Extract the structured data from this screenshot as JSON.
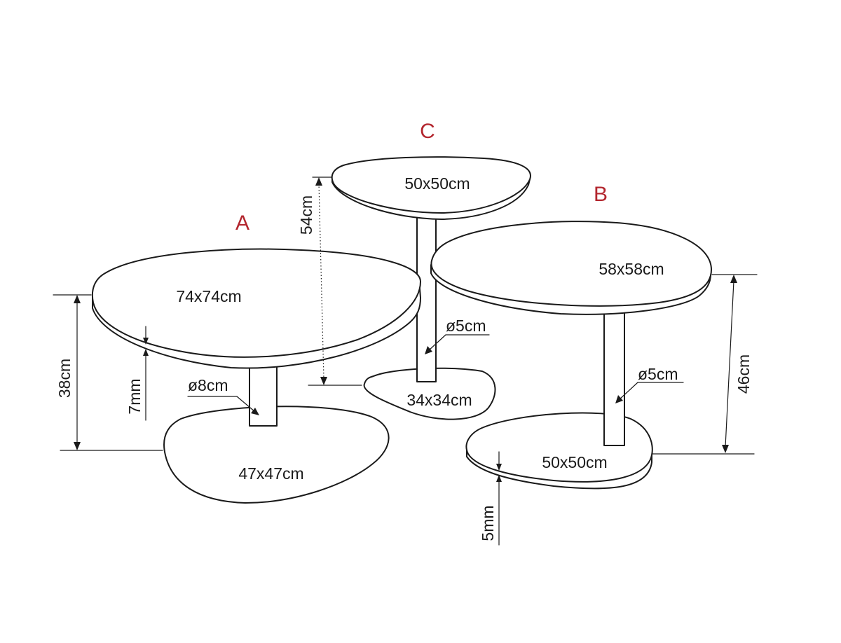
{
  "tables": {
    "a": {
      "letter": "A",
      "top_size": "74x74cm",
      "base_size": "47x47cm",
      "pillar_diameter": "ø8cm",
      "height": "38cm",
      "top_thickness": "7mm"
    },
    "b": {
      "letter": "B",
      "top_size": "58x58cm",
      "base_size": "50x50cm",
      "pillar_diameter": "ø5cm",
      "height": "46cm",
      "base_thickness": "5mm"
    },
    "c": {
      "letter": "C",
      "top_size": "50x50cm",
      "base_size": "34x34cm",
      "pillar_diameter": "ø5cm",
      "height": "54cm"
    }
  },
  "colors": {
    "line": "#1a1a1a",
    "letter": "#b3262e",
    "background": "#ffffff"
  }
}
